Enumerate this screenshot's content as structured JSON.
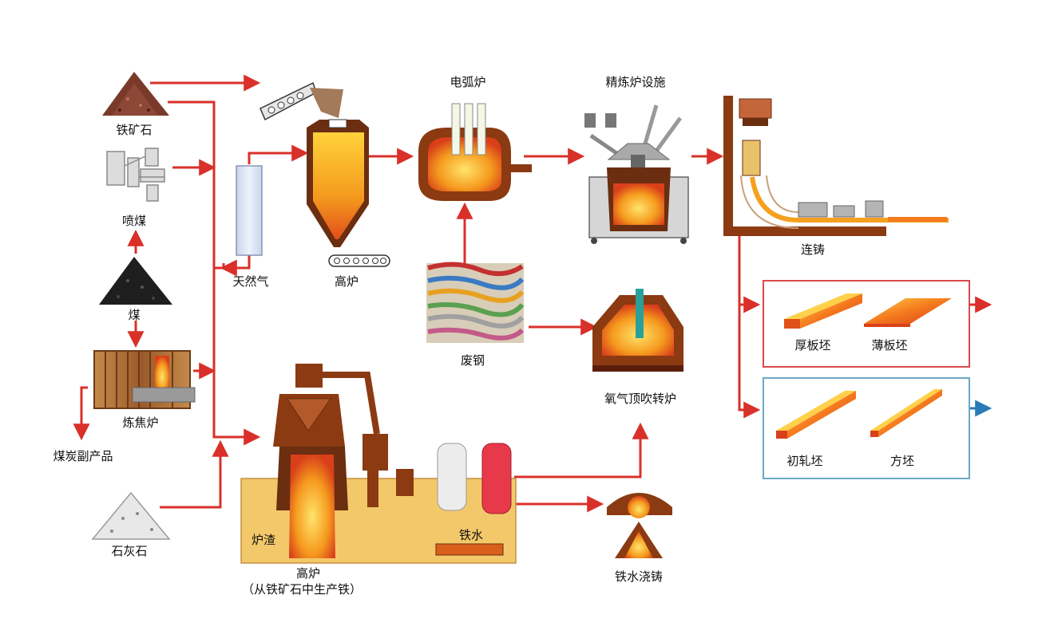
{
  "labels": {
    "iron_ore": "铁矿石",
    "pulverized_coal": "喷煤",
    "coal": "煤",
    "coke_oven": "炼焦炉",
    "coal_byproducts": "煤炭副产品",
    "limestone": "石灰石",
    "natural_gas": "天然气",
    "blast_furnace_top": "高炉",
    "electric_arc_furnace": "电弧炉",
    "refining_facility": "精炼炉设施",
    "continuous_casting": "连铸",
    "scrap_steel": "废钢",
    "bof": "氧气顶吹转炉",
    "slag": "炉渣",
    "hot_metal": "铁水",
    "blast_furnace_main": "高炉",
    "blast_furnace_note": "（从铁矿石中生产铁）",
    "hot_metal_casting": "铁水浇铸",
    "thick_slab": "厚板坯",
    "thin_slab": "薄板坯",
    "bloom": "初轧坯",
    "billet": "方坯"
  },
  "colors": {
    "arrow": "#d9302a",
    "furnace_brown": "#8b4513",
    "molten": "#f39a1c",
    "slab_box_border": "#d94a4a",
    "billet_box_border": "#6aa8c8",
    "blue_arrow": "#2a7ab8"
  },
  "icons": [
    "iron-ore-pile-icon",
    "coal-pile-icon",
    "limestone-pile-icon",
    "scrap-steel-icon"
  ]
}
